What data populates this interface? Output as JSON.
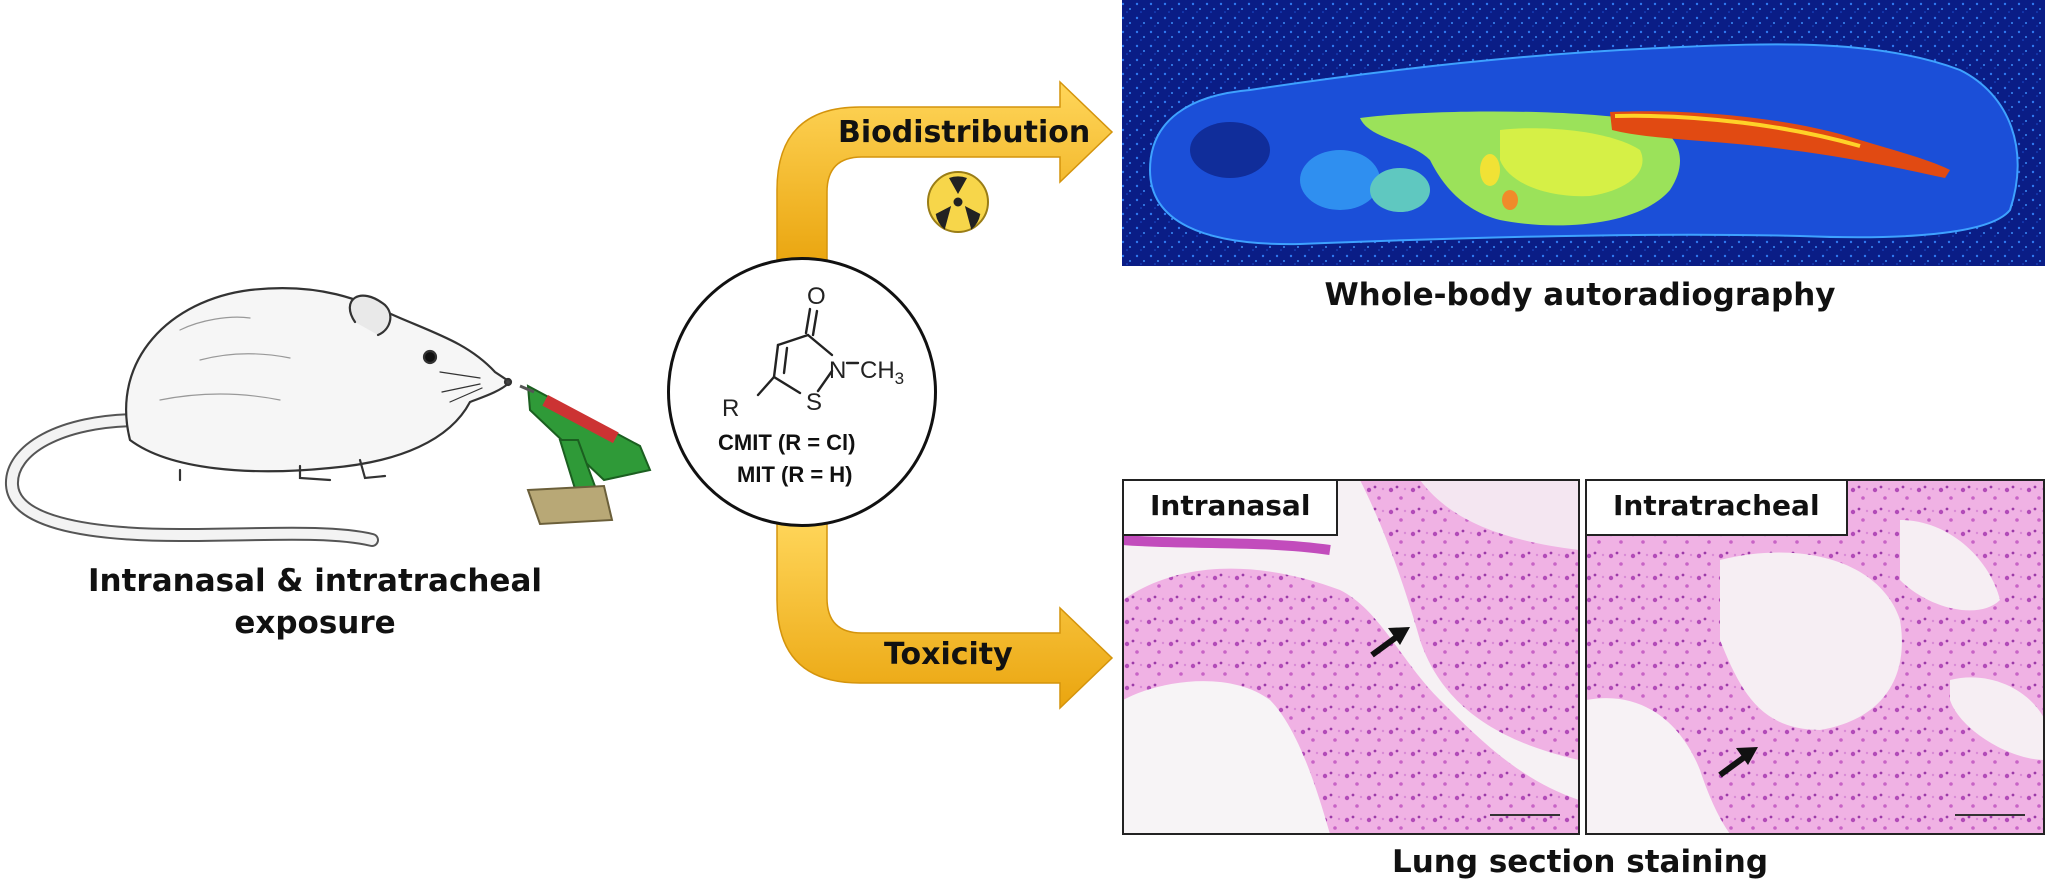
{
  "exposure": {
    "line1": "Intranasal & intratracheal",
    "line2": "exposure"
  },
  "arrows": {
    "top": "Biodistribution",
    "bottom": "Toxicity"
  },
  "compound": {
    "atom_o": "O",
    "atom_n": "N",
    "methyl": "CH",
    "methyl_sub": "3",
    "atom_s": "S",
    "atom_r": "R",
    "name1": "CMIT (R = Cl)",
    "name2": "MIT (R = H)"
  },
  "autoradiography": {
    "caption": "Whole-body autoradiography"
  },
  "histology": {
    "panels": [
      {
        "tag": "Intranasal"
      },
      {
        "tag": "Intratracheal"
      }
    ],
    "caption": "Lung section staining"
  },
  "colors": {
    "arrow": "#f6b825",
    "autorad_bg": "#0b1f8a",
    "stain_pink": "#e586cf",
    "stain_purple": "#9b3fa7"
  }
}
